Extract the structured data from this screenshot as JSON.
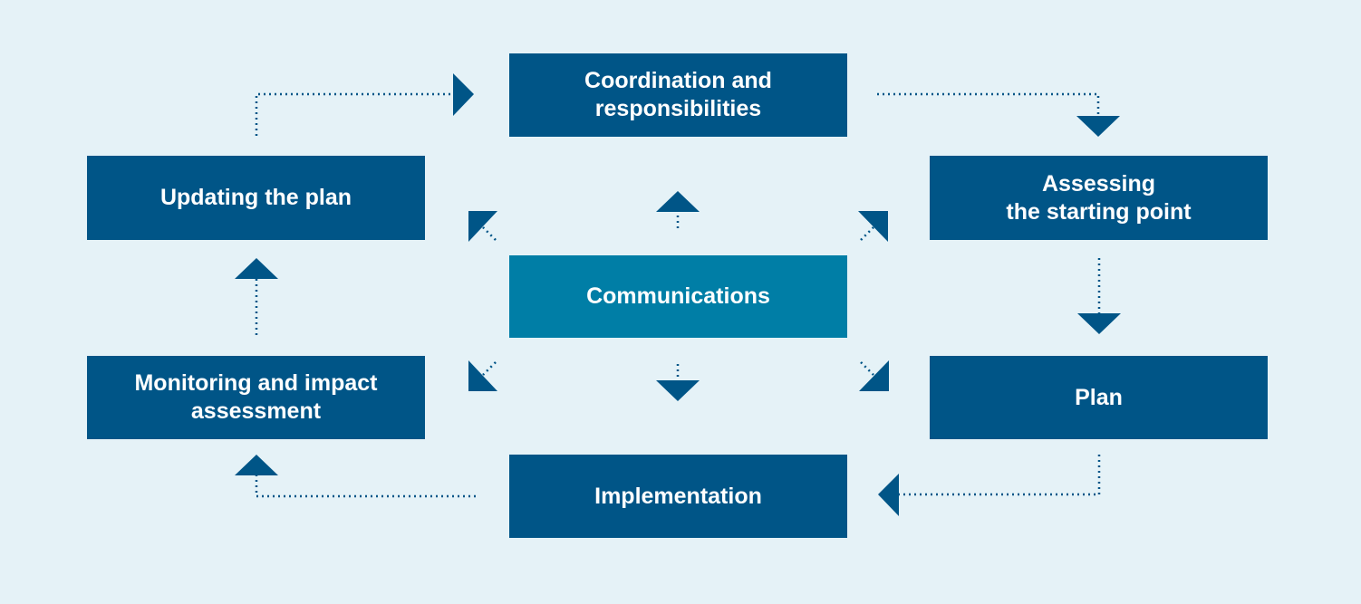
{
  "diagram": {
    "colors": {
      "background": "#e5f2f7",
      "box": "#005587",
      "center_box": "#007ea6",
      "text": "#ffffff"
    },
    "nodes": {
      "coordination": "Coordination and\nresponsibilities",
      "assessing": "Assessing\nthe starting point",
      "plan": "Plan",
      "implementation": "Implementation",
      "monitoring": "Monitoring and impact\nassessment",
      "updating": "Updating the plan",
      "communications": "Communications"
    },
    "edges": [
      {
        "from": "coordination",
        "to": "assessing",
        "style": "dotted"
      },
      {
        "from": "assessing",
        "to": "plan",
        "style": "dotted"
      },
      {
        "from": "plan",
        "to": "implementation",
        "style": "dotted"
      },
      {
        "from": "implementation",
        "to": "monitoring",
        "style": "dotted"
      },
      {
        "from": "monitoring",
        "to": "updating",
        "style": "dotted"
      },
      {
        "from": "updating",
        "to": "coordination",
        "style": "dotted"
      },
      {
        "from": "communications",
        "to": "coordination",
        "style": "dotted"
      },
      {
        "from": "communications",
        "to": "assessing",
        "style": "dotted"
      },
      {
        "from": "communications",
        "to": "plan",
        "style": "dotted"
      },
      {
        "from": "communications",
        "to": "implementation",
        "style": "dotted"
      },
      {
        "from": "communications",
        "to": "monitoring",
        "style": "dotted"
      },
      {
        "from": "communications",
        "to": "updating",
        "style": "dotted"
      }
    ]
  }
}
